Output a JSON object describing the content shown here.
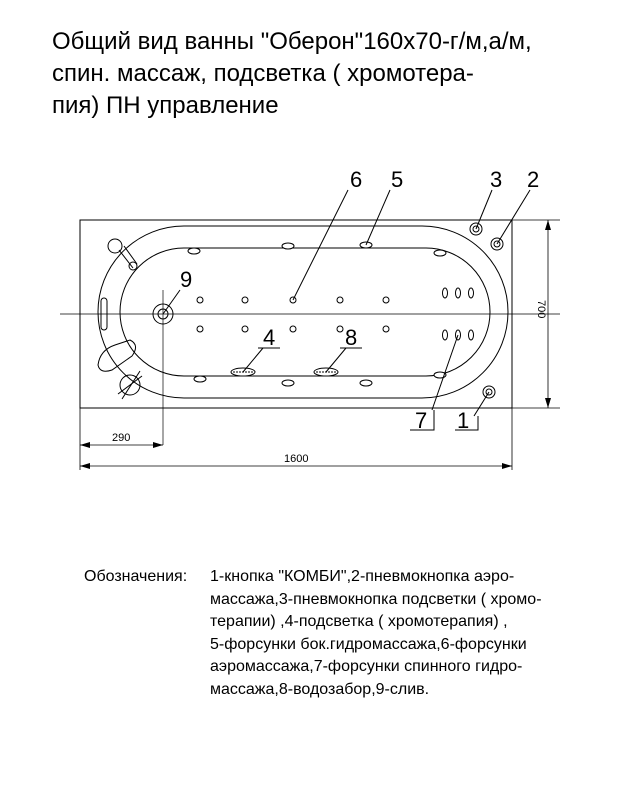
{
  "title": {
    "line1": "Общий вид ванны \"Оберон\"160х70-г/м,а/м,",
    "line2": "спин. массаж, подсветка ( хромотера-",
    "line3": "пия)    ПН управление"
  },
  "drawing": {
    "callouts": [
      "1",
      "2",
      "3",
      "4",
      "5",
      "6",
      "7",
      "8",
      "9"
    ],
    "dimensions": {
      "length": "1600",
      "width": "700",
      "drain_offset": "290"
    }
  },
  "legend": {
    "heading": "Обозначения:",
    "lines": [
      "1-кнопка \"КОМБИ\",2-пневмокнопка аэро-",
      "массажа,3-пневмокнопка подсветки ( хромо-",
      "терапии)   ,4-подсветка ( хромотерапия)   ,",
      "5-форсунки бок.гидромассажа,6-форсунки",
      "аэромассажа,7-форсунки спинного гидро-",
      "массажа,8-водозабор,9-слив."
    ]
  }
}
